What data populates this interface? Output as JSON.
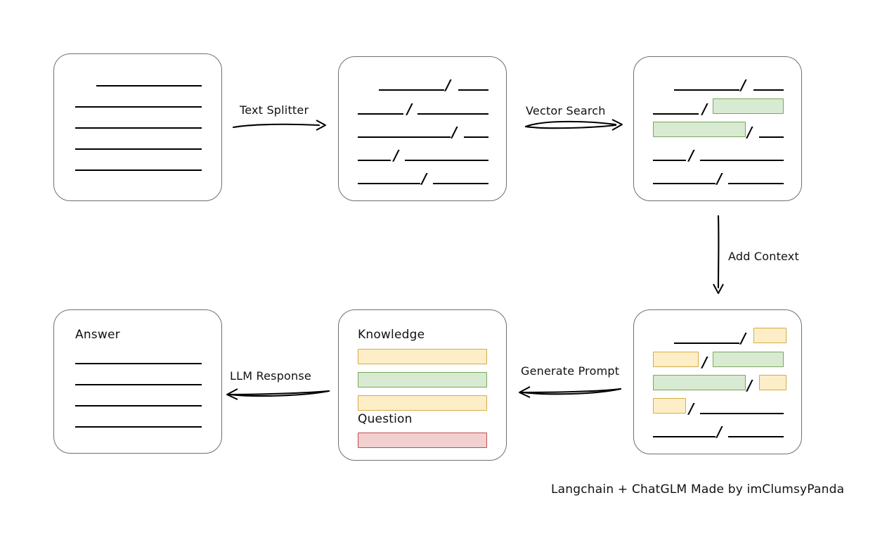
{
  "diagram": {
    "title_caption": "Langchain + ChatGLM Made by imClumsyPanda",
    "colors": {
      "green_fill": "#d8ead1",
      "green_border": "#78a85b",
      "yellow_fill": "#fdeec8",
      "yellow_border": "#d6ab44",
      "red_fill": "#f2d0d0",
      "red_border": "#c0504d",
      "box_border": "#6f6f6f",
      "line": "#000000"
    },
    "nodes": [
      {
        "id": "source-document",
        "label": "",
        "rows": [
          {
            "segments": [
              {
                "type": "line",
                "color": "none"
              }
            ],
            "indented": true
          },
          {
            "segments": [
              {
                "type": "line",
                "color": "none"
              }
            ],
            "indented": false
          },
          {
            "segments": [
              {
                "type": "line",
                "color": "none"
              }
            ],
            "indented": false
          },
          {
            "segments": [
              {
                "type": "line",
                "color": "none"
              }
            ],
            "indented": false
          },
          {
            "segments": [
              {
                "type": "line",
                "color": "none"
              }
            ],
            "indented": false
          }
        ]
      },
      {
        "id": "split-chunks",
        "label": "",
        "rows": [
          {
            "split": 0.62,
            "left": "none",
            "right": "none"
          },
          {
            "split": 0.28,
            "left": "none",
            "right": "none"
          },
          {
            "split": 0.77,
            "left": "none",
            "right": "none"
          },
          {
            "split": 0.2,
            "left": "none",
            "right": "none"
          },
          {
            "split": 0.5,
            "left": "none",
            "right": "none"
          }
        ]
      },
      {
        "id": "vector-matched-chunks",
        "label": "",
        "rows": [
          {
            "split": 0.62,
            "left": "none",
            "right": "none"
          },
          {
            "split": 0.28,
            "left": "none",
            "right": "green"
          },
          {
            "split": 0.77,
            "left": "green",
            "right": "none"
          },
          {
            "split": 0.2,
            "left": "none",
            "right": "none"
          },
          {
            "split": 0.5,
            "left": "none",
            "right": "none"
          }
        ]
      },
      {
        "id": "context-augmented-chunks",
        "label": "",
        "rows": [
          {
            "split": 0.62,
            "left": "none",
            "right": "yellow"
          },
          {
            "split": 0.28,
            "left": "yellow",
            "right": "green"
          },
          {
            "split": 0.77,
            "left": "green",
            "right": "yellow"
          },
          {
            "split": 0.2,
            "left": "yellow",
            "right": "none"
          },
          {
            "split": 0.5,
            "left": "none",
            "right": "none"
          }
        ]
      },
      {
        "id": "prompt",
        "knowledge_label": "Knowledge",
        "question_label": "Question",
        "knowledge_bars": [
          "yellow",
          "green",
          "yellow"
        ],
        "question_bars": [
          "red"
        ]
      },
      {
        "id": "answer",
        "label": "Answer",
        "line_count": 4
      }
    ],
    "edges": [
      {
        "id": "text-splitter",
        "label": "Text Splitter",
        "direction": "right",
        "style": "straight"
      },
      {
        "id": "vector-search",
        "label": "Vector Search",
        "direction": "right",
        "style": "double-curve"
      },
      {
        "id": "add-context",
        "label": "Add Context",
        "direction": "down",
        "style": "straight"
      },
      {
        "id": "generate-prompt",
        "label": "Generate Prompt",
        "direction": "left",
        "style": "curve"
      },
      {
        "id": "llm-response",
        "label": "LLM Response",
        "direction": "left",
        "style": "curve"
      }
    ]
  }
}
